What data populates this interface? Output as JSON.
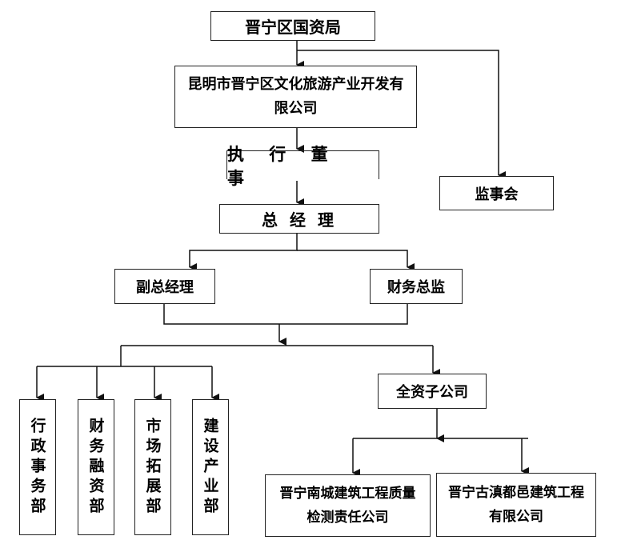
{
  "nodes": {
    "bureau": "晋宁区国资局",
    "company": "昆明市晋宁区文化旅游产业开发有限公司",
    "executive_director": "执 行 董 事",
    "supervisory_board": "监事会",
    "general_manager": "总 经 理",
    "deputy_gm": "副总经理",
    "finance_director": "财务总监",
    "admin_dept": "行政事务部",
    "finance_dept": "财务融资部",
    "market_dept": "市场拓展部",
    "construction_dept": "建设产业部",
    "subsidiary": "全资子公司",
    "sub_nancheng": "晋宁南城建筑工程质量检测责任公司",
    "sub_gudian": "晋宁古滇都邑建筑工程有限公司"
  }
}
